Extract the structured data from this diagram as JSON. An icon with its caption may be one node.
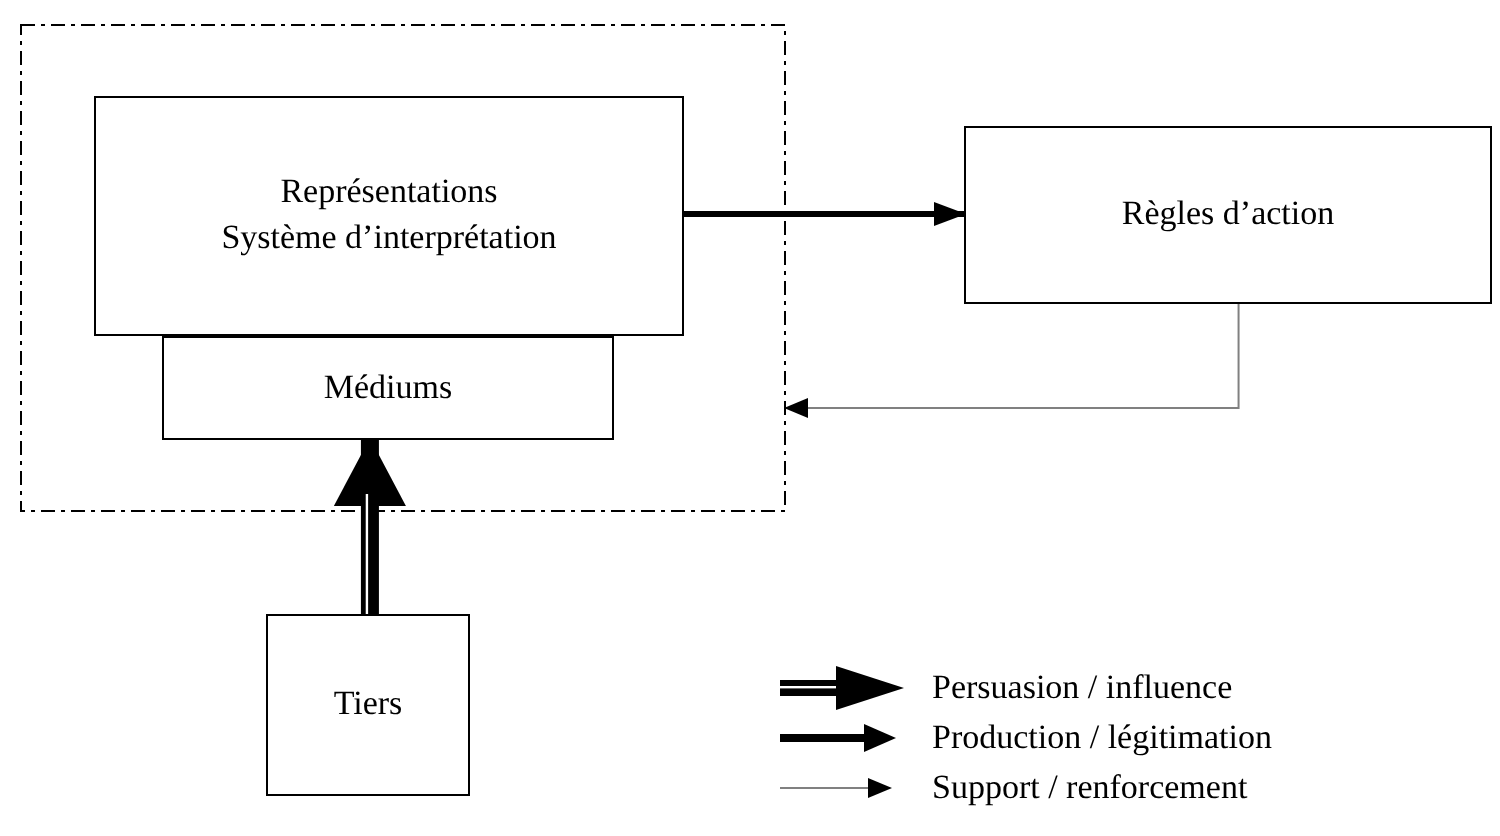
{
  "diagram": {
    "nodes": [
      {
        "text": [],
        "shape": "box"
      },
      {
        "text": [
          "Représentations",
          "Système d’interprétation"
        ],
        "in": 0
      },
      {
        "text": [
          "Médiums"
        ],
        "in": 0
      },
      {
        "text": [
          "Règles d’action"
        ]
      },
      {
        "text": [
          "Tiers"
        ]
      }
    ],
    "edges": [
      {
        "from": 1,
        "to": 3,
        "arrow": "to"
      },
      {
        "from": 3,
        "to": 0,
        "arrow": "to",
        "color": "#808080"
      },
      {
        "from": 4,
        "to": 2,
        "arrow": "to",
        "style": "thick"
      }
    ],
    "legend": [
      {
        "text": "Persuasion / influence"
      },
      {
        "text": "Production / légitimation"
      },
      {
        "text": "Support / renforcement"
      }
    ]
  }
}
